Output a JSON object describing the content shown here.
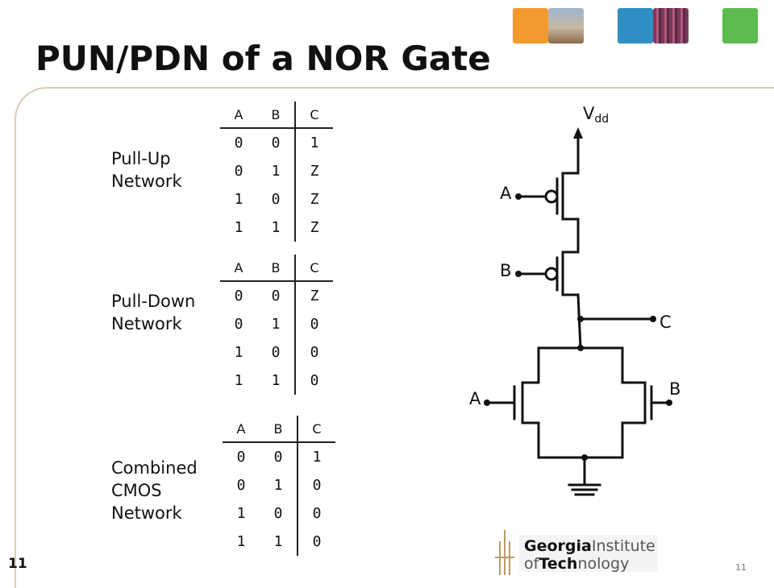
{
  "title": "PUN/PDN of a NOR Gate",
  "sections": [
    {
      "label_lines": [
        "Pull-Up",
        "Network"
      ],
      "headers": [
        "A",
        "B",
        "C"
      ],
      "rows": [
        [
          "0",
          "0",
          "1"
        ],
        [
          "0",
          "1",
          "Z"
        ],
        [
          "1",
          "0",
          "Z"
        ],
        [
          "1",
          "1",
          "Z"
        ]
      ]
    },
    {
      "label_lines": [
        "Pull-Down",
        "Network"
      ],
      "headers": [
        "A",
        "B",
        "C"
      ],
      "rows": [
        [
          "0",
          "0",
          "Z"
        ],
        [
          "0",
          "1",
          "0"
        ],
        [
          "1",
          "0",
          "0"
        ],
        [
          "1",
          "1",
          "0"
        ]
      ]
    },
    {
      "label_lines": [
        "Combined",
        "CMOS",
        "Network"
      ],
      "headers": [
        "A",
        "B",
        "C"
      ],
      "rows": [
        [
          "0",
          "0",
          "1"
        ],
        [
          "0",
          "1",
          "0"
        ],
        [
          "1",
          "0",
          "0"
        ],
        [
          "1",
          "1",
          "0"
        ]
      ]
    }
  ],
  "circuit": {
    "vdd_main": "V",
    "vdd_sub": "dd",
    "pmos_top_input": "A",
    "pmos_bottom_input": "B",
    "output": "C",
    "nmos_left_input": "A",
    "nmos_right_input": "B"
  },
  "logo": {
    "line1_bold": "Georgia",
    "line1_rest": "Institute",
    "line2_pre": "of",
    "line2_bold": "Tech",
    "line2_rest": "nology"
  },
  "page_number": "11",
  "page_number_small": "11",
  "colors": {
    "orange": "#f39a2e",
    "blue": "#2f8fc2",
    "green": "#5dbb4f",
    "panel_border": "#d8ccb4"
  }
}
